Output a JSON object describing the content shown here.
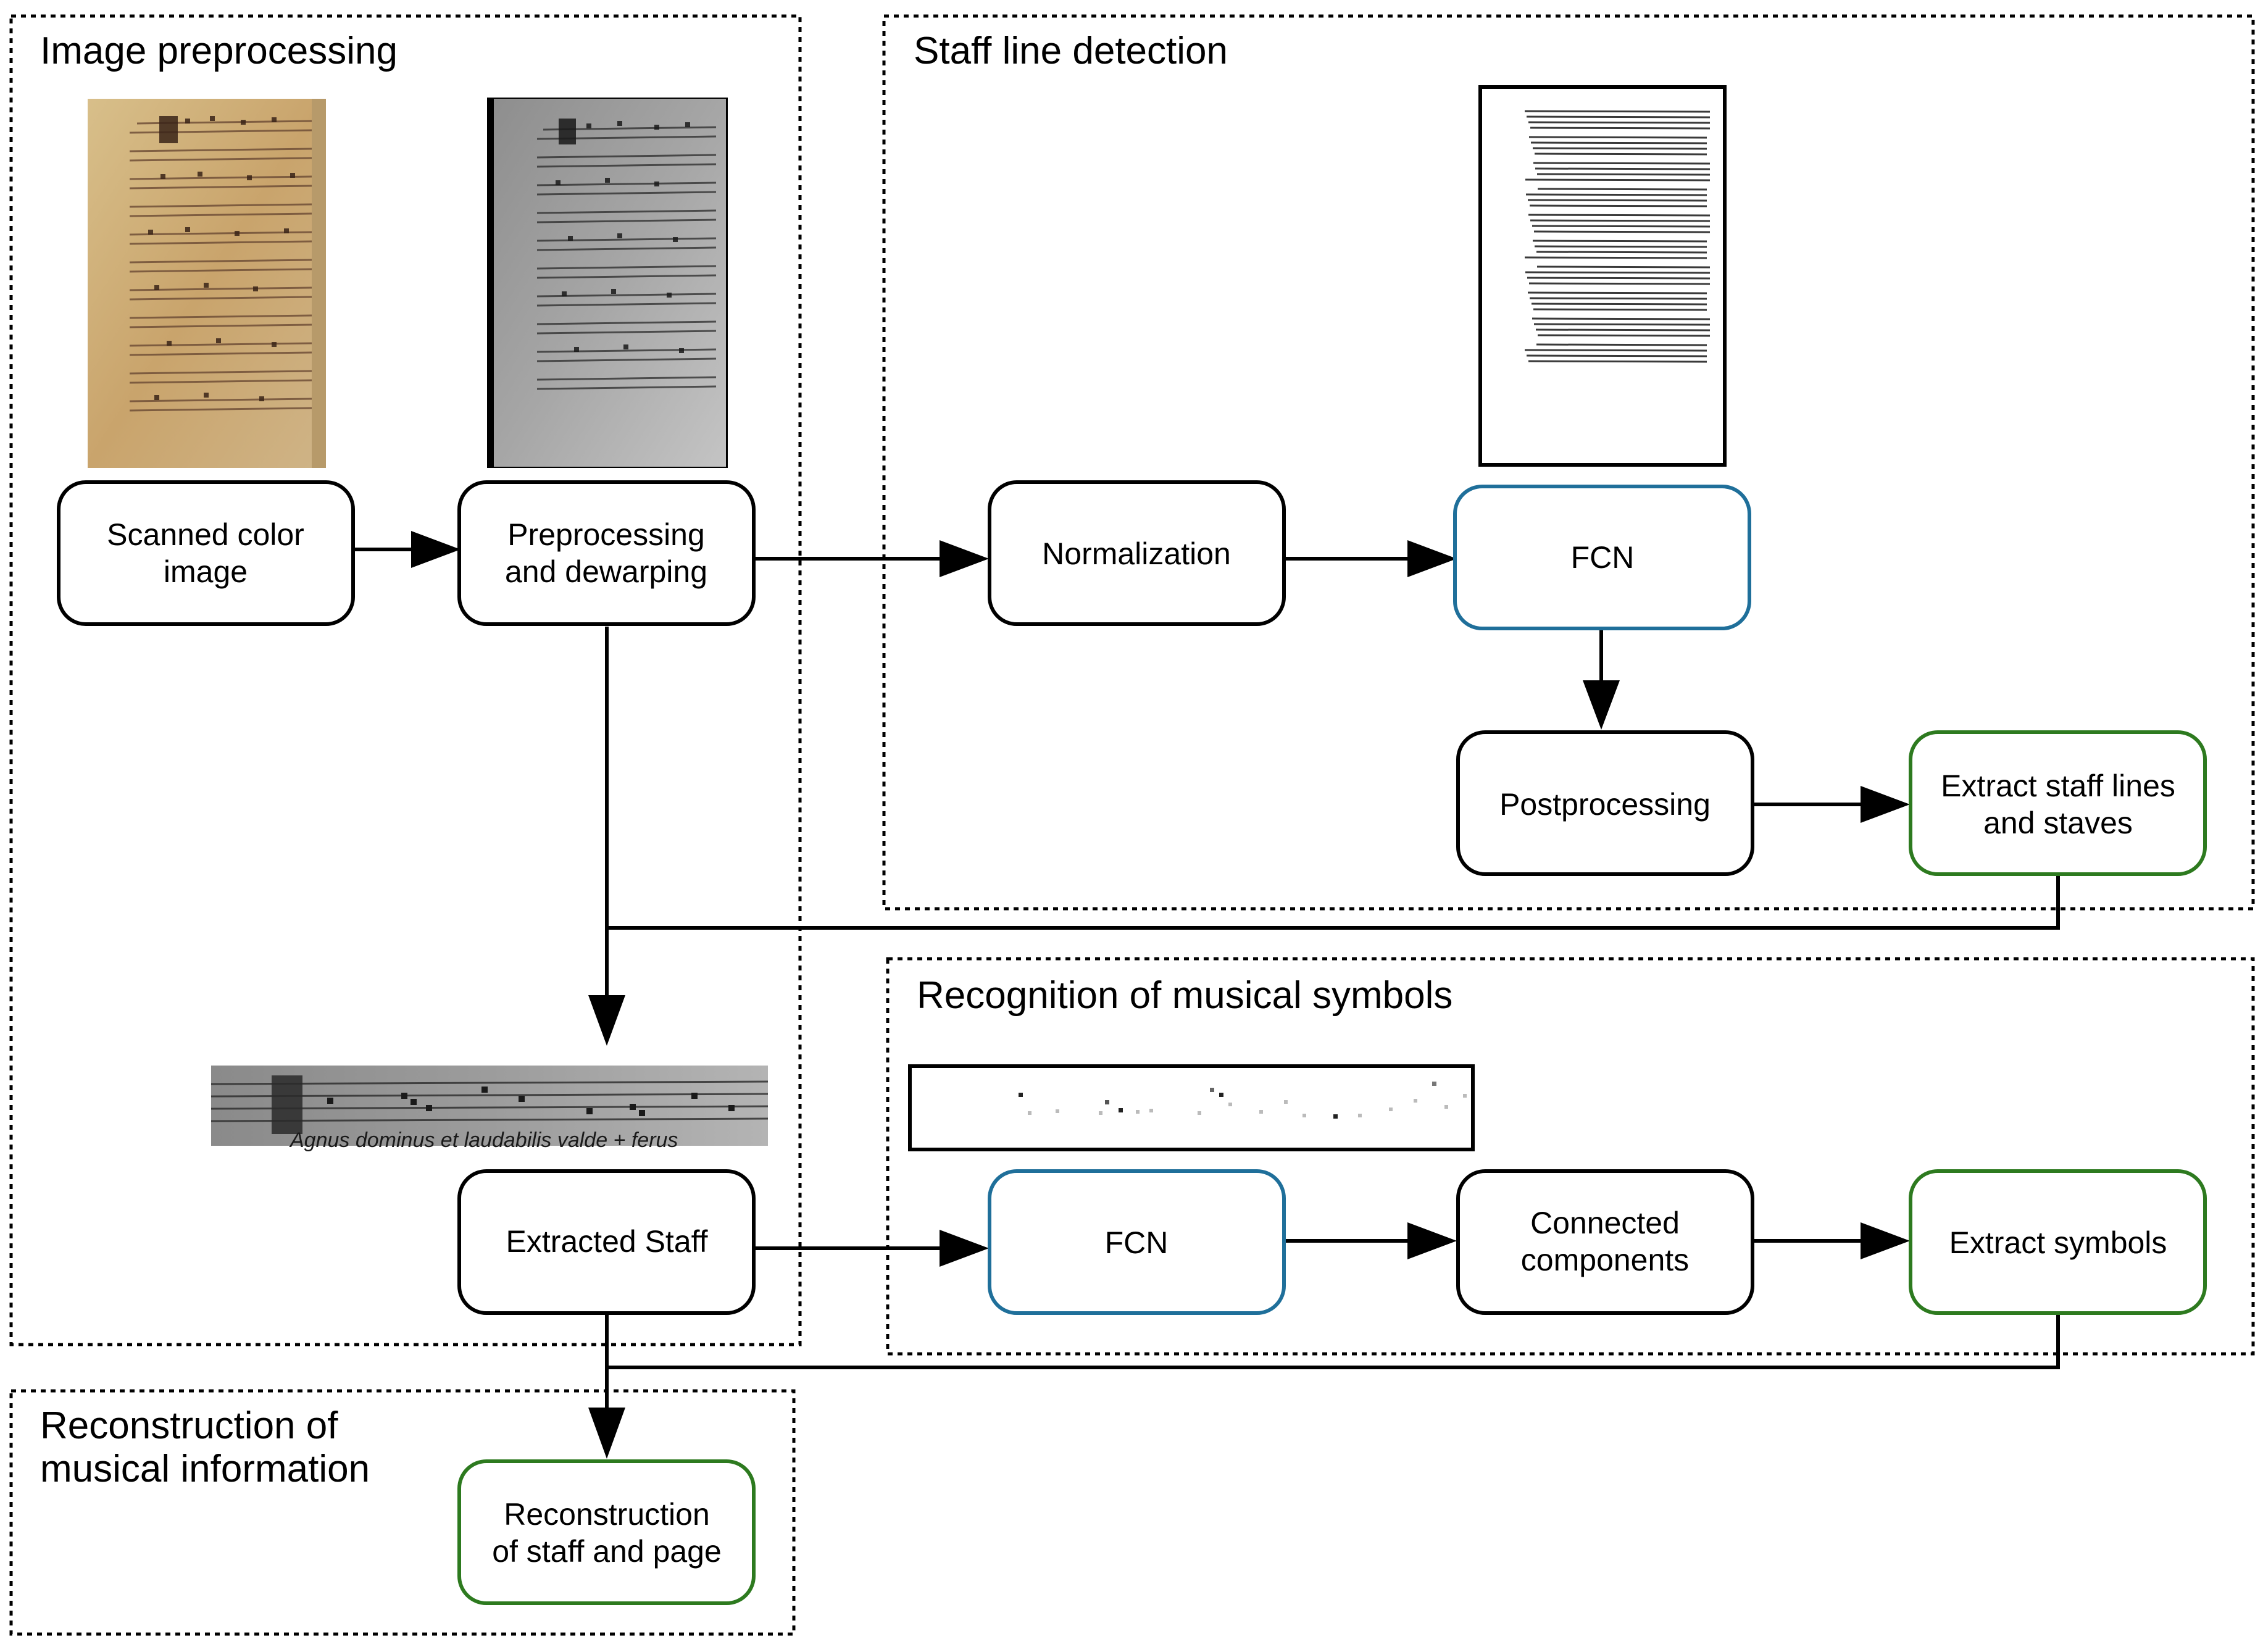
{
  "colors": {
    "default_border": "#000000",
    "fcn_border": "#1f6f9a",
    "output_border": "#2d7a1f"
  },
  "groups": {
    "image_preprocessing": {
      "title": "Image preprocessing"
    },
    "staff_line_detection": {
      "title": "Staff line detection"
    },
    "recognition": {
      "title": "Recognition of musical symbols"
    },
    "reconstruction": {
      "title_line1": "Reconstruction of",
      "title_line2": "musical information"
    }
  },
  "nodes": {
    "scanned": {
      "line1": "Scanned color",
      "line2": "image"
    },
    "preprocessing": {
      "line1": "Preprocessing",
      "line2": "and dewarping"
    },
    "normalization": {
      "line1": "Normalization"
    },
    "fcn_staff": {
      "line1": "FCN"
    },
    "postprocessing": {
      "line1": "Postprocessing"
    },
    "extract_staff": {
      "line1": "Extract staff lines",
      "line2": "and staves"
    },
    "extracted_staff": {
      "line1": "Extracted Staff"
    },
    "fcn_symbols": {
      "line1": "FCN"
    },
    "connected": {
      "line1": "Connected",
      "line2": "components"
    },
    "extract_symbols": {
      "line1": "Extract symbols"
    },
    "reconstruction": {
      "line1": "Reconstruction",
      "line2": "of staff and page"
    }
  },
  "images": {
    "manuscript_text": "Agnus dominus et laudabilis valde + ferus"
  }
}
